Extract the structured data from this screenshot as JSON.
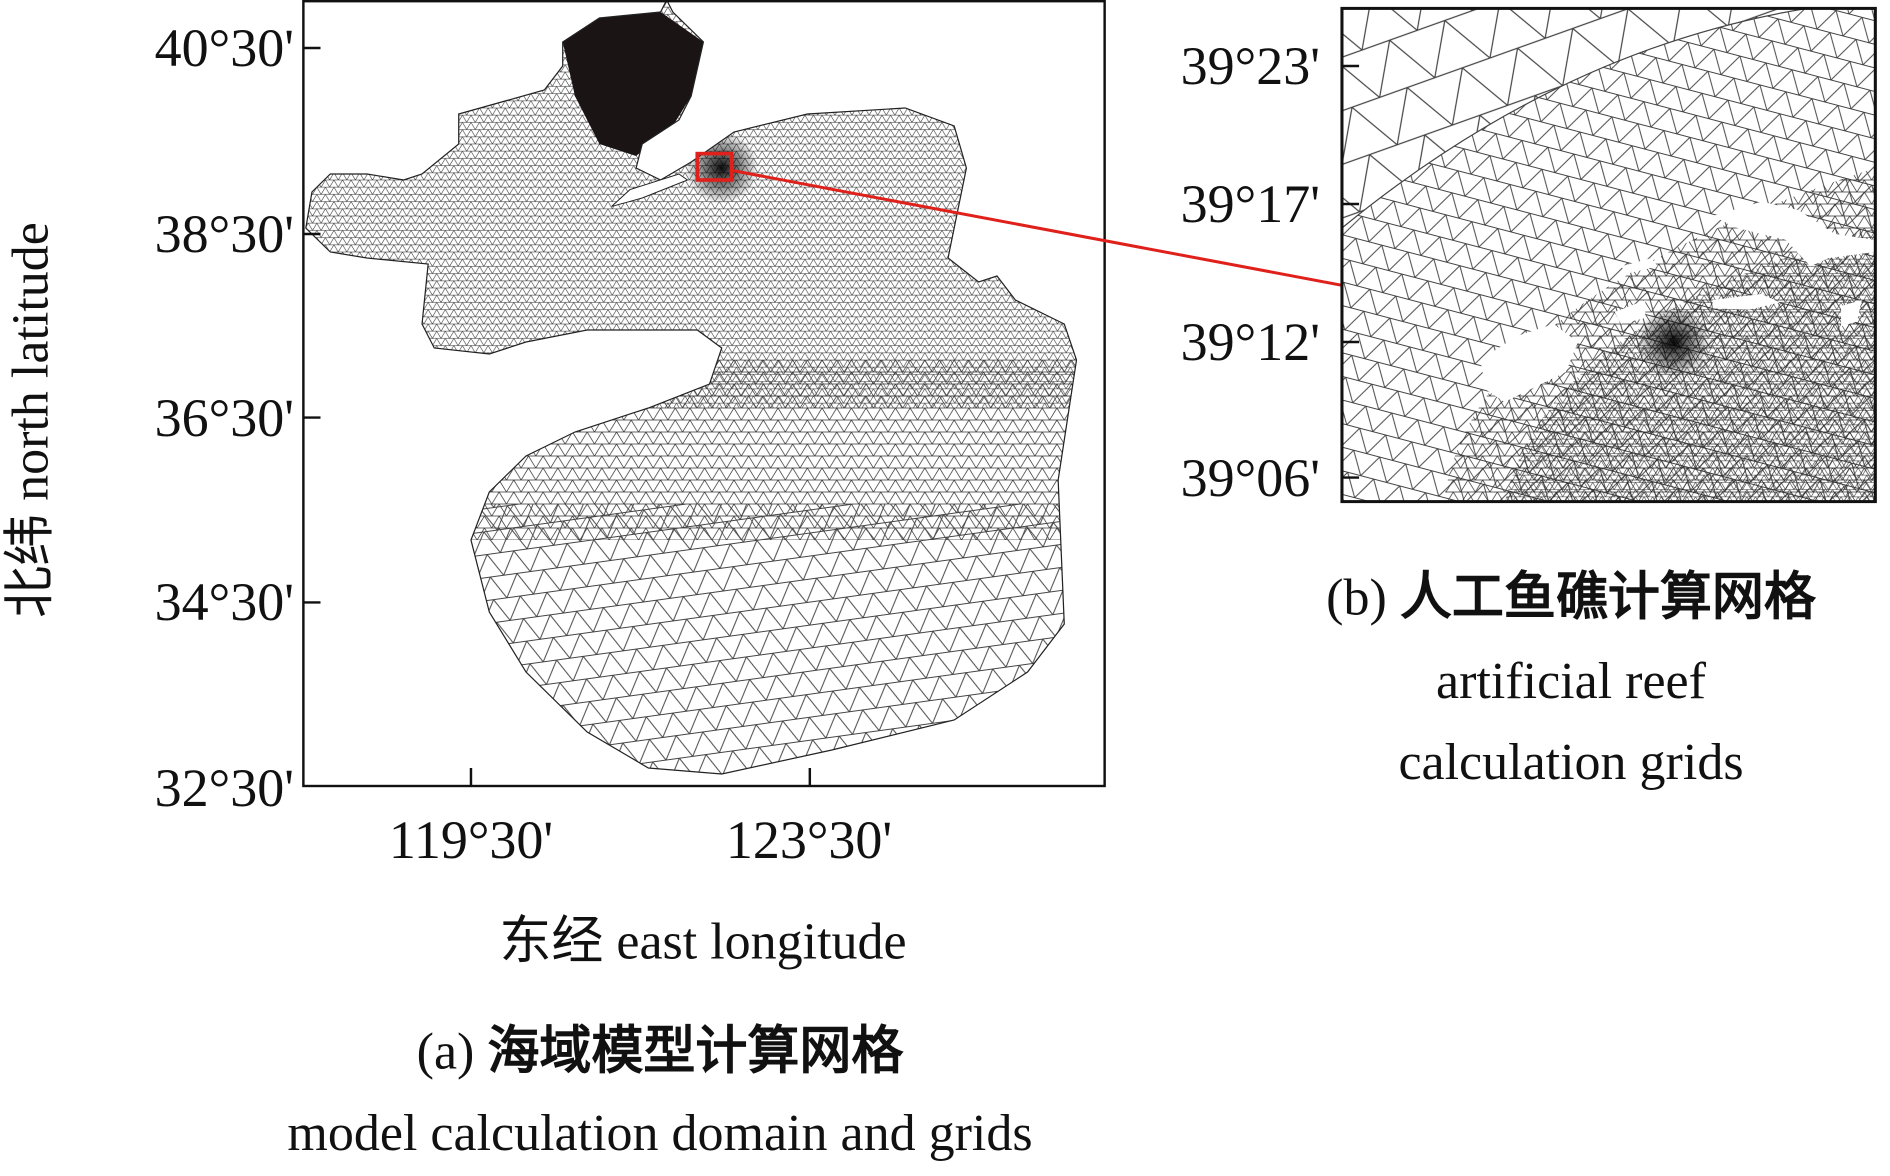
{
  "panel_a": {
    "lat_ticks": [
      "40°30'",
      "38°30'",
      "36°30'",
      "34°30'",
      "32°30'"
    ],
    "lon_ticks": [
      "119°30'",
      "123°30'"
    ],
    "ylabel_cn": "北纬",
    "ylabel_en": "north latitude",
    "xlabel_cn": "东经",
    "xlabel_en": "east longitude",
    "caption_tag": "(a)",
    "caption_cn": "海域模型计算网格",
    "caption_en": "model calculation domain and grids"
  },
  "panel_b": {
    "lat_ticks": [
      "39°23'",
      "39°17'",
      "39°12'",
      "39°06'"
    ],
    "caption_tag": "(b)",
    "caption_cn": "人工鱼礁计算网格",
    "caption_en_1": "artificial reef",
    "caption_en_2": "calculation grids"
  },
  "colors": {
    "highlight": "#e0201b",
    "mesh": "#333333"
  }
}
